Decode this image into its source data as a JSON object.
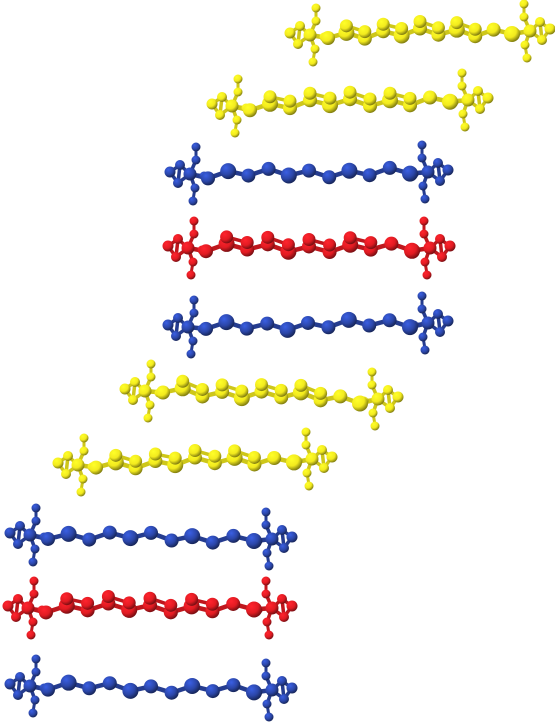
{
  "figure": {
    "kind": "molecular stacking diagram",
    "colors": {
      "yellow": "#f2ea1e",
      "blue": "#2b46a8",
      "red": "#e11b22"
    },
    "molecules": [
      {
        "color": "yellow"
      },
      {
        "color": "yellow"
      },
      {
        "color": "blue"
      },
      {
        "color": "red"
      },
      {
        "color": "blue"
      },
      {
        "color": "yellow"
      },
      {
        "color": "yellow"
      },
      {
        "color": "blue"
      },
      {
        "color": "red"
      },
      {
        "color": "blue"
      }
    ]
  }
}
